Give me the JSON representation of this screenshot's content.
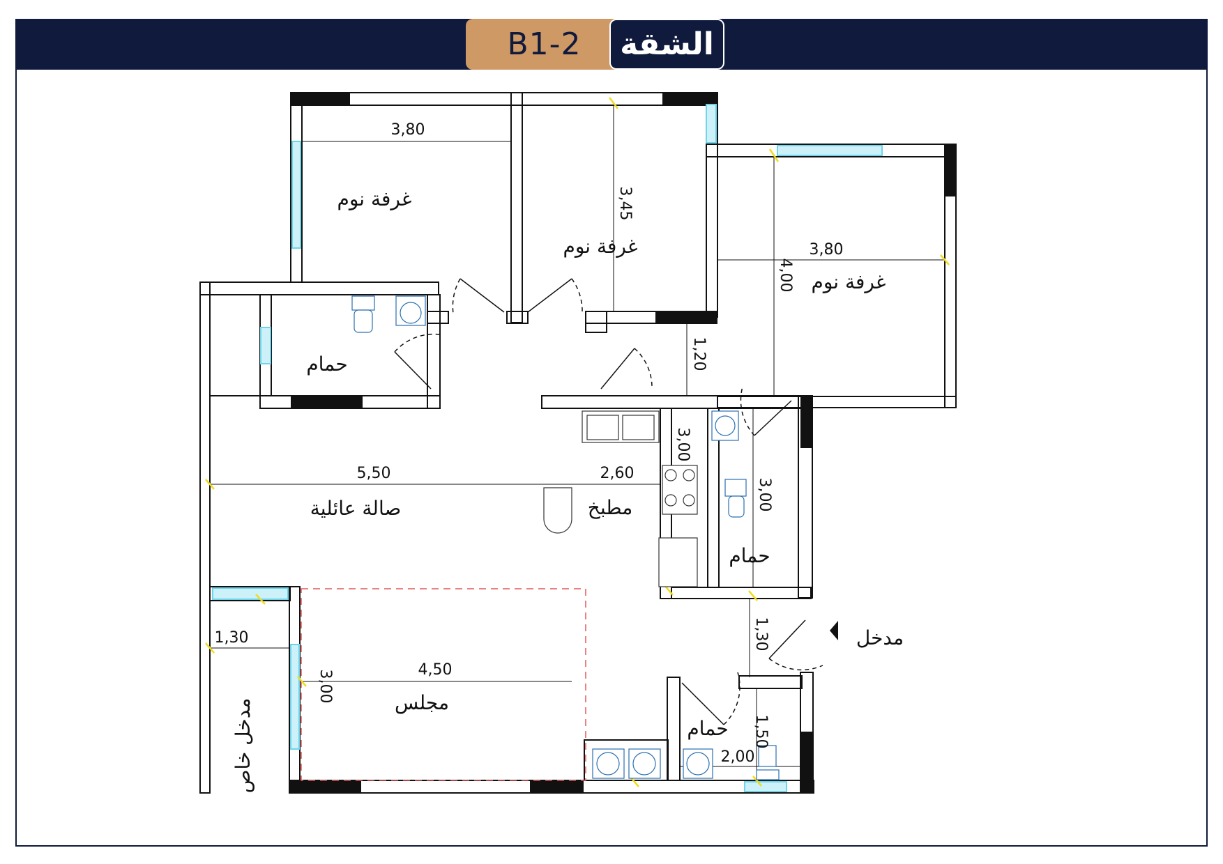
{
  "header": {
    "title": "الشقة",
    "unit_code": "B1-2"
  },
  "rooms": [
    {
      "name": "غرفة نوم",
      "width": "3,80"
    },
    {
      "name": "غرفة نوم",
      "depth": "3,45"
    },
    {
      "name": "غرفة نوم",
      "width": "3,80",
      "depth": "4,00"
    },
    {
      "name": "حمام"
    },
    {
      "name": "صالة عائلية",
      "width": "5,50"
    },
    {
      "name": "مطبخ",
      "width": "2,60",
      "depth": "3,00"
    },
    {
      "name": "حمام",
      "depth": "3,00"
    },
    {
      "name": "مجلس",
      "width": "4,50",
      "depth": "3,00"
    },
    {
      "name": "حمام",
      "width": "2,00",
      "depth": "1,50"
    }
  ],
  "corridor": {
    "dimension": "1,20"
  },
  "entrance": {
    "label": "مدخل",
    "dimension": "1,30"
  },
  "private_entrance": {
    "label": "مدخل خاص",
    "dimension": "1,30"
  },
  "colors": {
    "header_bg": "#0f1a3c",
    "badge_bg": "#cf9966",
    "wall": "#111111",
    "window": "#6fd3ea",
    "dimension_tick": "#f0dc1e",
    "dashed_area": "#e05a5a"
  }
}
